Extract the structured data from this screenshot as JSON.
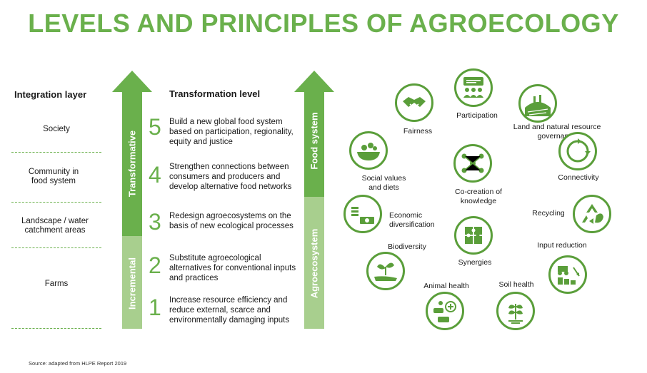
{
  "title": "LEVELS AND PRINCIPLES OF AGROECOLOGY",
  "headers": {
    "integration": "Integration layer",
    "transformation": "Transformation level"
  },
  "layers": [
    {
      "text": "Society"
    },
    {
      "text": "Community in food system"
    },
    {
      "text": "Landscape / water catchment areas"
    },
    {
      "text": "Farms"
    }
  ],
  "arrows": {
    "left_top": "Transformative",
    "left_bottom": "Incremental",
    "right_top": "Food system",
    "right_bottom": "Agroecosystem"
  },
  "levels": [
    {
      "num": "5",
      "text": "Build a new global food system based on participation, regionality, equity and justice"
    },
    {
      "num": "4",
      "text": "Strengthen connections between consumers and producers and develop alternative food networks"
    },
    {
      "num": "3",
      "text": "Redesign agroecosystems on the basis of new ecological processes"
    },
    {
      "num": "2",
      "text": "Substitute agroecological alternatives for conventional inputs and practices"
    },
    {
      "num": "1",
      "text": "Increase resource efficiency and reduce external, scarce and environmentally damaging inputs"
    }
  ],
  "principles": {
    "fairness": "Fairness",
    "participation": "Participation",
    "land": "Land and natural resource governance",
    "social": "Social values and diets",
    "cocreation": "Co-creation of knowledge",
    "connectivity": "Connectivity",
    "economic": "Economic diversification",
    "recycling": "Recycling",
    "biodiversity": "Biodiversity",
    "synergies": "Synergies",
    "input": "Input reduction",
    "animal": "Animal health",
    "soil": "Soil health"
  },
  "source": "Source: adapted from HLPE Report 2019",
  "colors": {
    "green": "#6ab04c",
    "dark_green": "#5a9e3a",
    "light_green": "#a8cf8e"
  }
}
